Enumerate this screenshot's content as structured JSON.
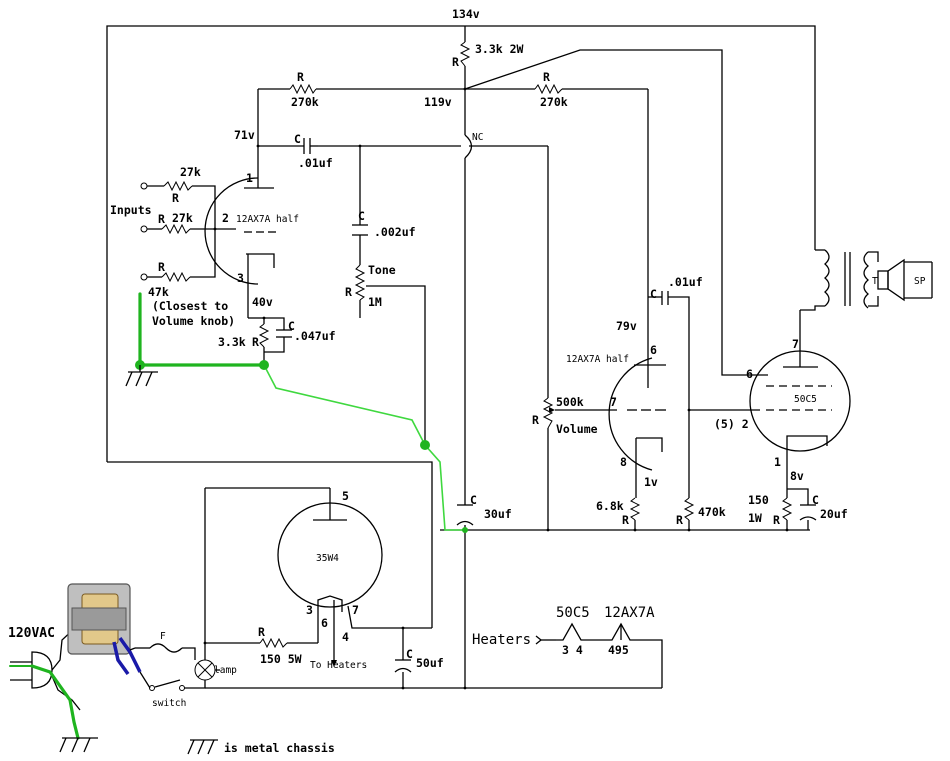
{
  "voltages": {
    "supply_top": "134v",
    "node_mid": "119v",
    "v1_plate": "71v",
    "v1_cathode": "40v",
    "v2_plate": "79v",
    "v2_cathode": "1v",
    "output_cathode": "8v"
  },
  "resistors": {
    "r_drop": "3.3k 2W",
    "r_plate1": "270k",
    "r_plate2": "270k",
    "r_in1": "27k",
    "r_in2": "27k",
    "r_in3": "47k",
    "r_cathode1": "3.3k",
    "r_tone": "1M",
    "r_volume": "500k",
    "r_cathode2": "6.8k",
    "r_grid2": "470k",
    "r_output_a": "150",
    "r_output_b": "1W",
    "r_rect": "150 5W"
  },
  "capacitors": {
    "c_coupling1": ".01uf",
    "c_tone": ".002uf",
    "c_bypass1": ".047uf",
    "c_coupling2": ".01uf",
    "c_filter_main": "30uf",
    "c_bypass_out": "20uf",
    "c_filter_rect": "50uf"
  },
  "letters": {
    "r": "R",
    "c": "C",
    "f": "F",
    "t": "T"
  },
  "labels": {
    "inputs": "Inputs",
    "closest_line1": "(Closest to",
    "closest_line2": "Volume knob)",
    "tone": "Tone",
    "volume": "Volume",
    "nc": "NC",
    "mains": "120VAC",
    "lamp": "lamp",
    "switch": "switch",
    "to_heaters": "To Heaters",
    "heaters": "Heaters",
    "chassis_note": "is metal chassis",
    "speaker": "SP"
  },
  "tubes": {
    "v1_name": "12AX7A half",
    "v2_name": "12AX7A half",
    "output_name": "50C5",
    "rect_name": "35W4",
    "heater_50c5": "50C5",
    "heater_12ax7": "12AX7A"
  },
  "pins": {
    "v1_plate": "1",
    "v1_grid": "2",
    "v1_cathode": "3",
    "v2_plate": "6",
    "v2_grid": "7",
    "v2_cathode": "8",
    "out_plate": "7",
    "out_screen": "6",
    "out_grid": "(5) 2",
    "out_cathode": "1",
    "rect_plate": "5",
    "rect_3": "3",
    "rect_6": "6",
    "rect_4": "4",
    "rect_7": "7",
    "heater_50c5_pins": "3 4",
    "heater_12ax7_pins": "495"
  },
  "colors": {
    "wire": "#000000",
    "ground_wire": "#1fb41f",
    "ground_node": "#1fb41f",
    "transformer_winding": "#1a1aa8"
  }
}
